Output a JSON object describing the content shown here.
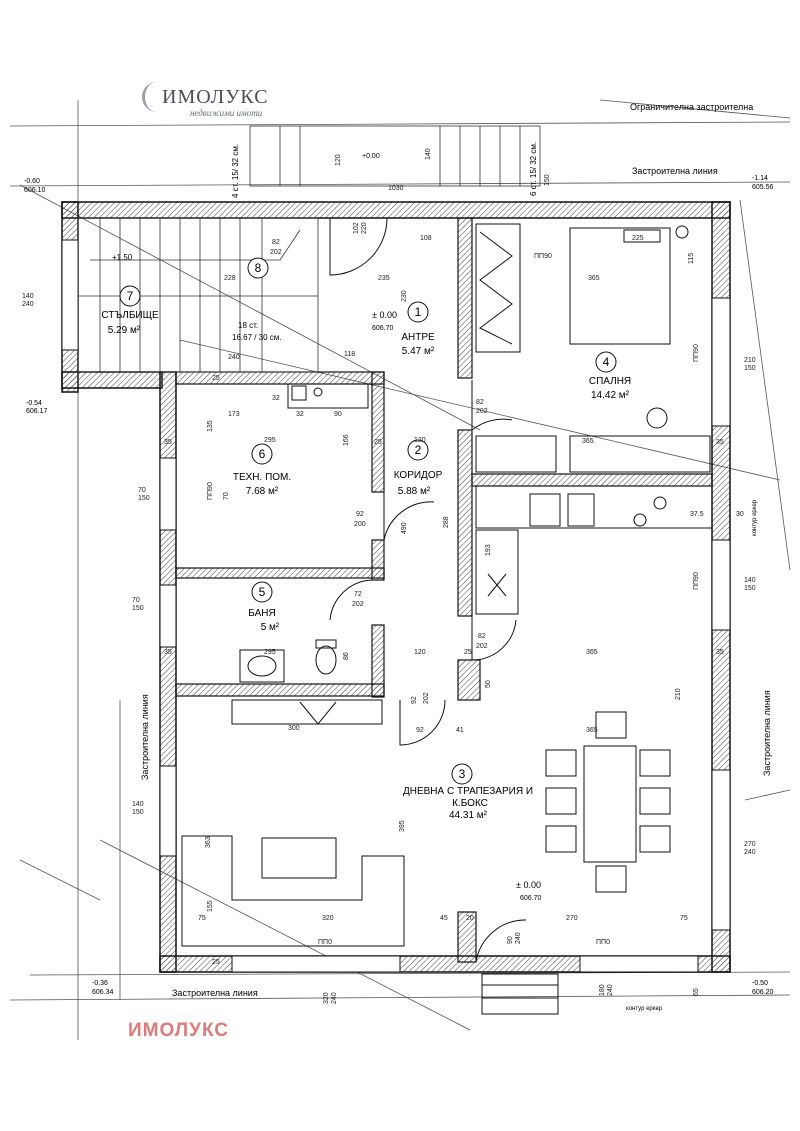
{
  "logo": {
    "main": "ИМОЛУКС",
    "sub": "недвижими имоти"
  },
  "watermark": "ИМОЛУКС",
  "annotations": {
    "limit_line": "Ограничителна застроителна",
    "build_line_top": "Застроителна линия",
    "build_line_bottom": "Застроителна линия",
    "build_line_left": "Застроителна линия",
    "build_line_right": "Застроителна линия",
    "bay_top": "контур еркер",
    "bay_bottom": "контур еркер",
    "steps_left": "4 ст. 15/ 32 см.",
    "steps_right": "6 ст. 15/ 32 см.",
    "stair_steps": "18 ст.",
    "stair_ratio": "16.67 / 30 см."
  },
  "elevations": {
    "top_entry": "+0.00",
    "top_left_1": "-0.60",
    "top_left_2": "606.10",
    "top_right_1": "-1.14",
    "top_right_2": "605.56",
    "mid_left_1": "-0.54",
    "mid_left_2": "606.17",
    "bot_left_1": "-0.36",
    "bot_left_2": "606.34",
    "bot_right_1": "-0.50",
    "bot_right_2": "606.20",
    "hall_1": "± 0.00",
    "hall_2": "606.70",
    "living_1": "± 0.00",
    "living_2": "606.70",
    "stair_landing": "+1.50"
  },
  "rooms": [
    {
      "num": "1",
      "name": "АНТРЕ",
      "area": "5.47 м²"
    },
    {
      "num": "2",
      "name": "КОРИДОР",
      "area": "5.88 м²"
    },
    {
      "num": "3",
      "name": "ДНЕВНА С ТРАПЕЗАРИЯ И",
      "name2": "К.БОКС",
      "area": "44.31 м²"
    },
    {
      "num": "4",
      "name": "СПАЛНЯ",
      "area": "14.42 м²"
    },
    {
      "num": "5",
      "name": "БАНЯ",
      "area": "5 м²"
    },
    {
      "num": "6",
      "name": "ТЕХН. ПОМ.",
      "area": "7.68 м²"
    },
    {
      "num": "7",
      "name": "СТЪЛБИЩЕ",
      "area": "5.29 м²"
    },
    {
      "num": "8",
      "name": "",
      "area": ""
    }
  ],
  "dimensions": {
    "d1030": "1030",
    "d120a": "120",
    "d140a": "140",
    "d150": "150",
    "d108": "108",
    "d225": "225",
    "d115": "115",
    "d365a": "365",
    "d235": "235",
    "d228": "228",
    "d230": "230",
    "d118": "118",
    "d240": "240",
    "d173": "173",
    "d32a": "32",
    "d32b": "32",
    "d90": "90",
    "d135": "135",
    "d166": "166",
    "d295a": "295",
    "d295b": "295",
    "d365b": "365",
    "d365c": "365",
    "d365d": "365",
    "d120b": "120",
    "d120c": "120",
    "d193": "193",
    "d288": "288",
    "d490": "490",
    "d210a": "210",
    "d300": "300",
    "d92": "92",
    "d41": "41",
    "d320": "320",
    "d75a": "75",
    "d75b": "75",
    "d270": "270",
    "d45": "45",
    "d20": "20",
    "d155": "155",
    "d363": "363",
    "d395": "395",
    "d37": "37.5",
    "d65": "65",
    "d25a": "25",
    "d25b": "25",
    "d25c": "25",
    "d25d": "25",
    "d35a": "35",
    "d35b": "35",
    "d35c": "35",
    "d35d": "35",
    "d50": "50",
    "d70": "70",
    "d86": "86",
    "d30": "30"
  },
  "openings": {
    "w_left_1": "140",
    "w_left_1b": "240",
    "w_left_2": "70",
    "w_left_2b": "150",
    "w_left_3": "70",
    "w_left_3b": "150",
    "w_left_4": "140",
    "w_left_4b": "150",
    "w_right_1": "210",
    "w_right_1b": "150",
    "w_right_2": "140",
    "w_right_2b": "150",
    "w_right_3": "270",
    "w_right_3b": "240",
    "w_bottom_1": "320",
    "w_bottom_1b": "240",
    "w_bottom_2": "180",
    "w_bottom_2b": "240",
    "door_entry": "102",
    "door_entry_b": "220",
    "door_stair": "82",
    "door_stair_b": "202",
    "door_bed": "82",
    "door_bed_b": "202",
    "door_tech": "92",
    "door_tech_b": "200",
    "door_bath": "72",
    "door_bath_b": "202",
    "door_kitchen": "82",
    "door_kitchen_b": "202",
    "door_living": "92",
    "door_living_b": "202",
    "door_terrace": "90",
    "door_terrace_b": "240",
    "win_code": "ПП90",
    "win_code_b": "ПП0"
  }
}
